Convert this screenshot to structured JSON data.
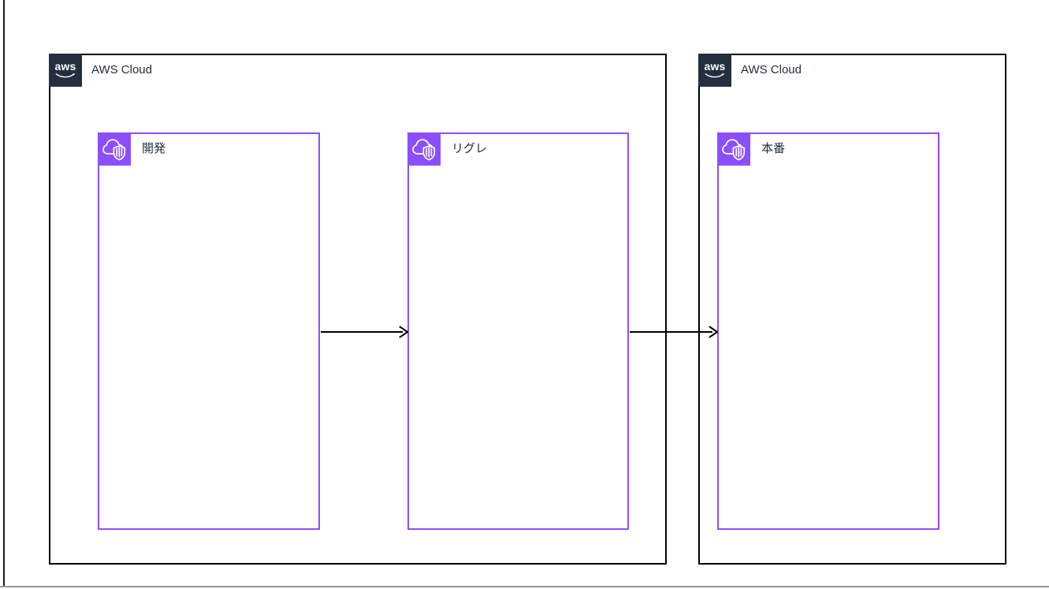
{
  "page": {
    "background": "#ffffff",
    "left_edge_color": "#1c1c1c",
    "bottom_edge_color": "#9a9a9a"
  },
  "colors": {
    "group_border": "#000000",
    "group_header_bg": "#232F3E",
    "vpc_purple": "#8C4FFF",
    "arrow": "#000000",
    "label": "#232F3E"
  },
  "logo": {
    "text": "aws"
  },
  "groups": [
    {
      "label": "AWS Cloud"
    },
    {
      "label": "AWS Cloud"
    }
  ],
  "vpcs": [
    {
      "label": "開発"
    },
    {
      "label": "リグレ"
    },
    {
      "label": "本番"
    }
  ],
  "connections": [
    {
      "from": "開発",
      "to": "リグレ"
    },
    {
      "from": "リグレ",
      "to": "本番"
    }
  ]
}
